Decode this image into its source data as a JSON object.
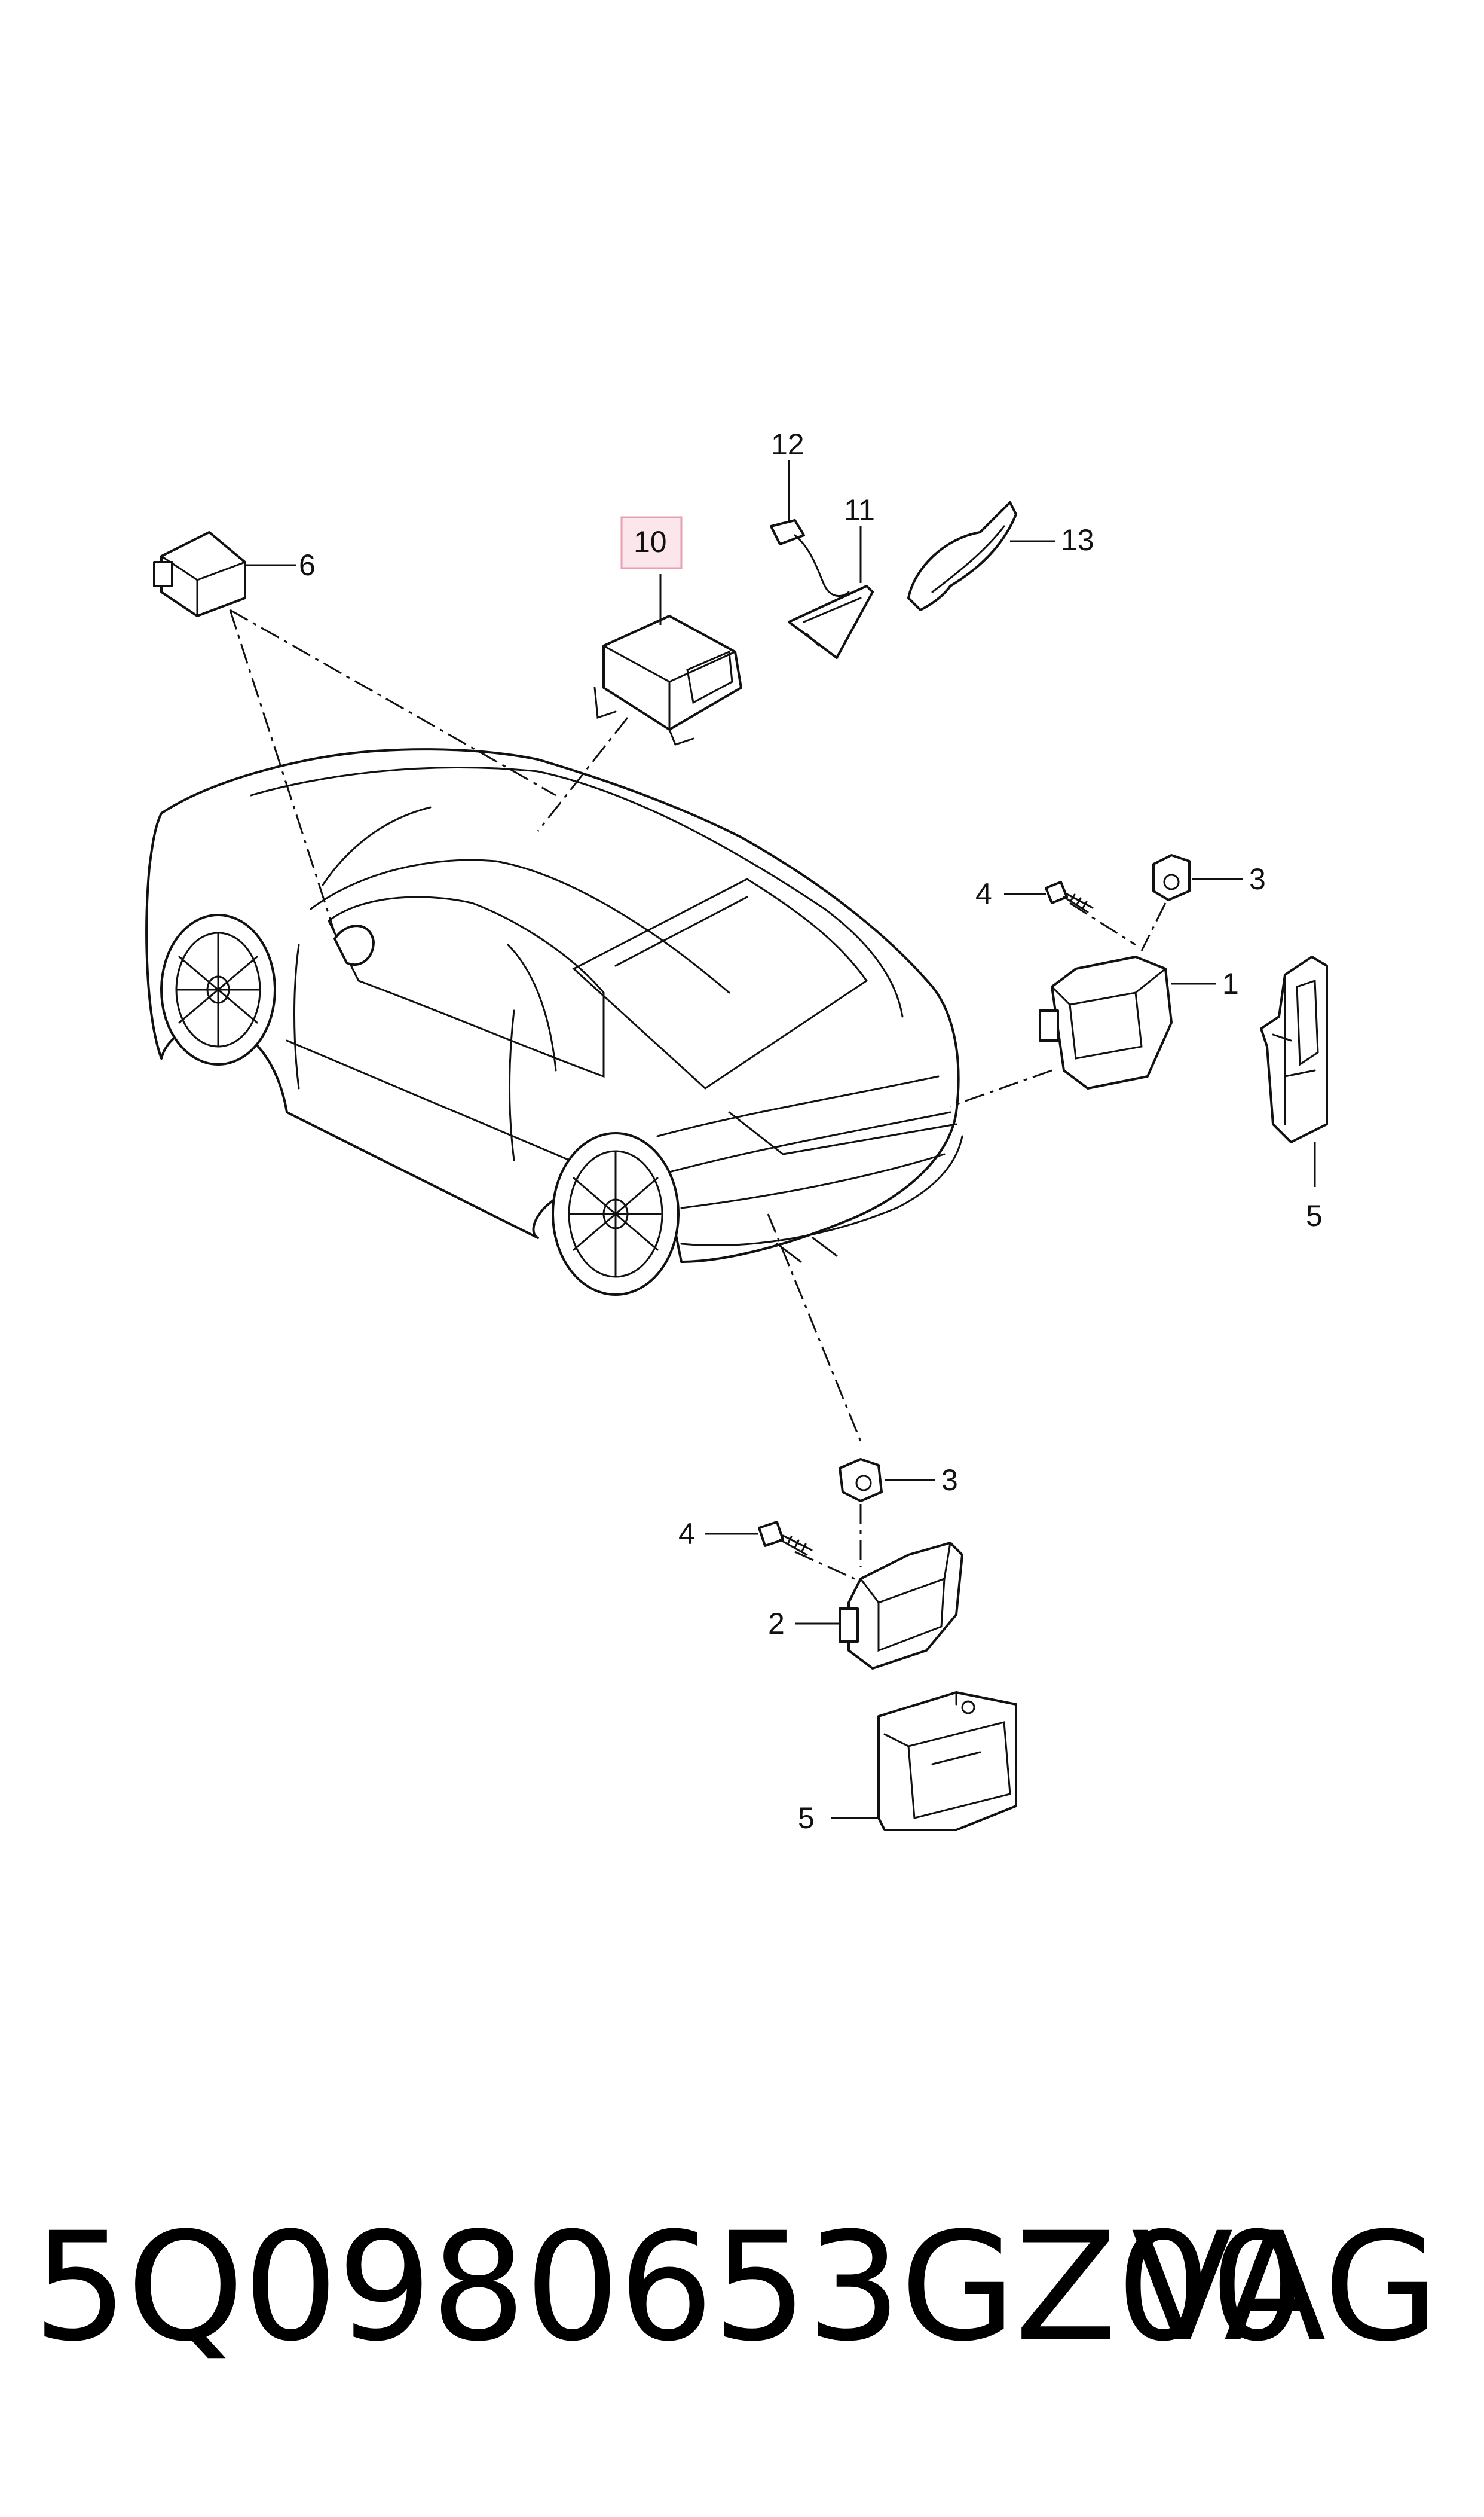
{
  "diagram": {
    "callouts": {
      "c1": "1",
      "c2": "2",
      "c3_upper": "3",
      "c3_lower": "3",
      "c4_upper": "4",
      "c4_lower": "4",
      "c5_right": "5",
      "c5_lower": "5",
      "c6": "6",
      "c10": "10",
      "c11": "11",
      "c12": "12",
      "c13": "13"
    },
    "highlight_color": "#e8a0b0",
    "highlight_fill": "#fbe6ec"
  },
  "footer": {
    "part_number": "5Q0980653GZ00",
    "brand": "VAG"
  }
}
